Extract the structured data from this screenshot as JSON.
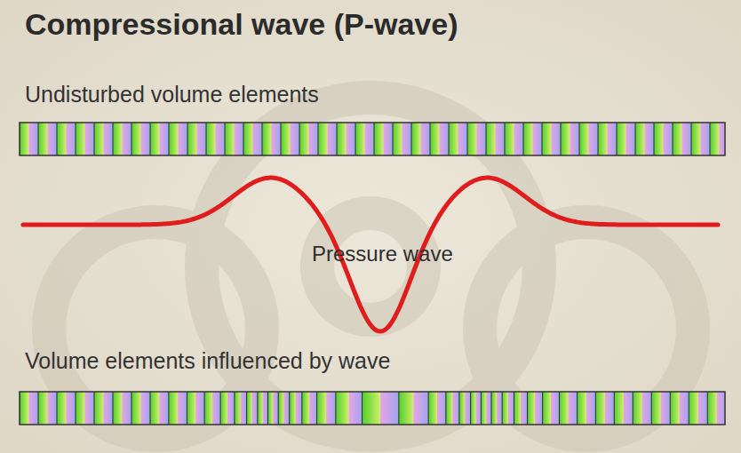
{
  "diagram": {
    "title": "Compressional wave (P-wave)",
    "labels": [
      "Undisturbed volume elements",
      "Pressure wave",
      "Volume elements influenced by wave"
    ]
  }
}
